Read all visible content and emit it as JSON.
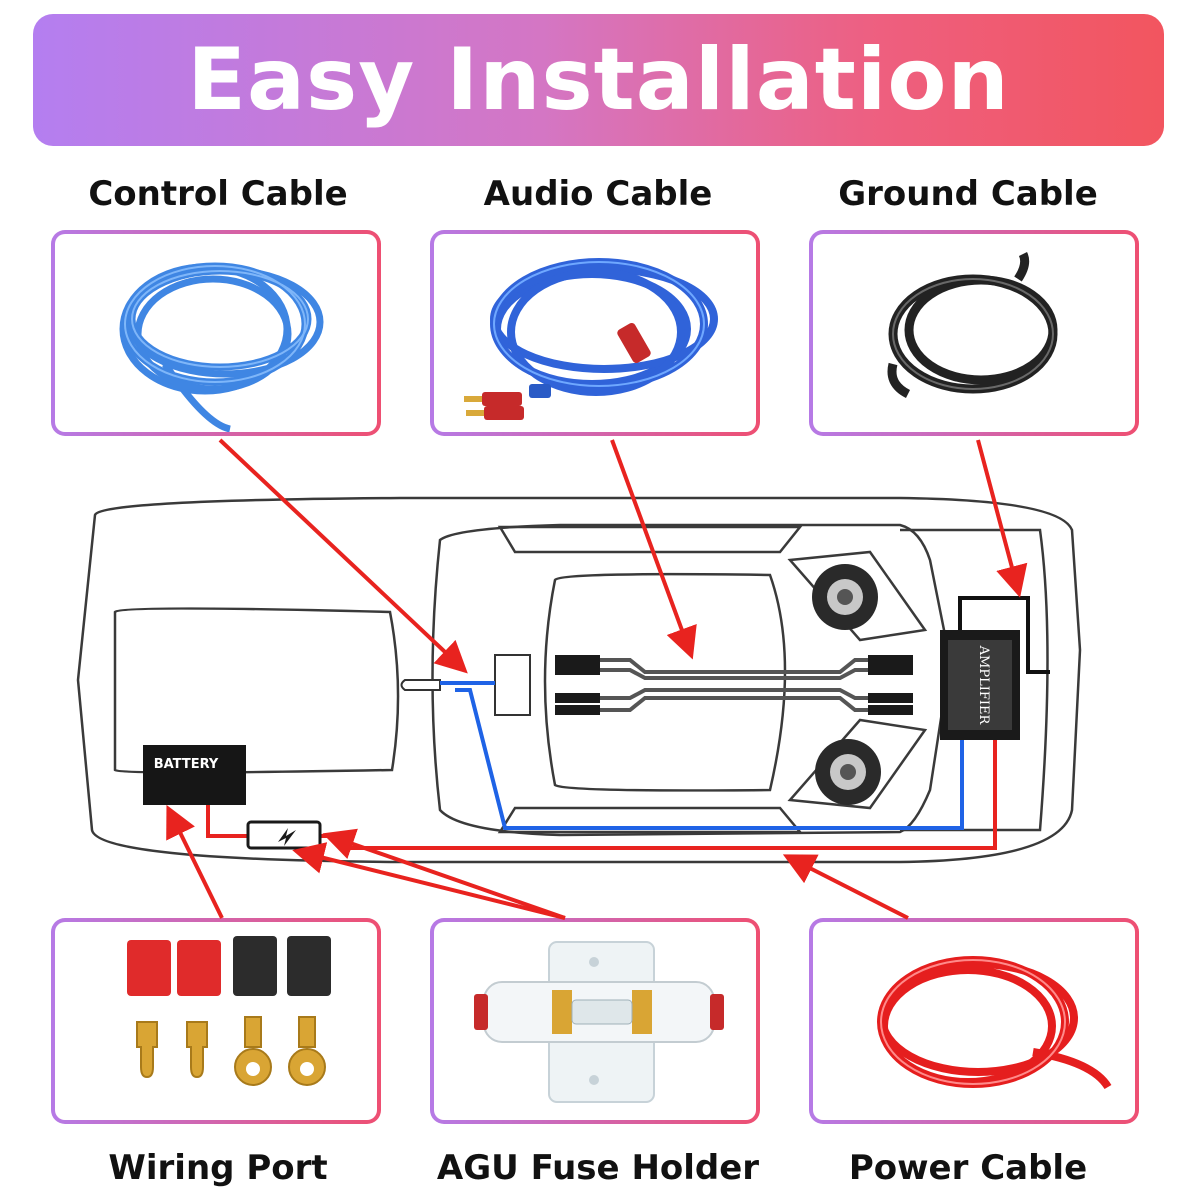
{
  "banner": {
    "title": "Easy Installation"
  },
  "components": [
    {
      "label": "Control Cable"
    },
    {
      "label": "Audio Cable"
    },
    {
      "label": "Ground Cable"
    },
    {
      "label": "Wiring Port"
    },
    {
      "label": "AGU Fuse Holder"
    },
    {
      "label": "Power Cable"
    }
  ],
  "diagram": {
    "battery_label": "BATTERY",
    "amplifier_label": "AMPLIFIER"
  },
  "colors": {
    "arrow": "#e8231f",
    "signal_wire": "#1f63e6",
    "power_wire": "#e8231f",
    "outline": "#3a3a3a"
  }
}
